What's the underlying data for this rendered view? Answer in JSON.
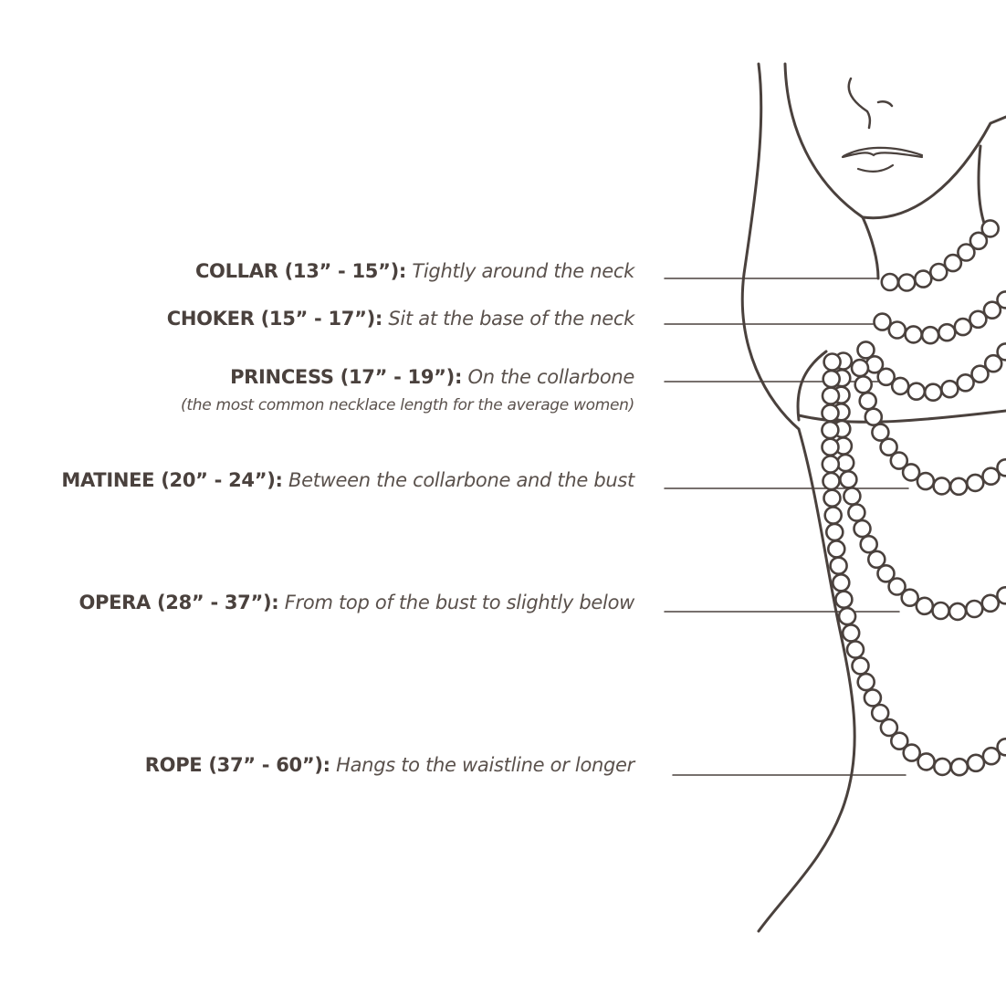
{
  "colors": {
    "ink": "#4a413d",
    "background": "#ffffff"
  },
  "lengths": [
    {
      "label": "COLLAR (13” - 15”):",
      "description": "Tightly around the neck"
    },
    {
      "label": "CHOKER (15” - 17”):",
      "description": "Sit at the base of the neck"
    },
    {
      "label": "PRINCESS (17” - 19”):",
      "description": "On the collarbone",
      "note": "(the most common necklace length for the average women)"
    },
    {
      "label": "MATINEE (20” - 24”):",
      "description": "Between the collarbone and the bust"
    },
    {
      "label": "OPERA (28” - 37”):",
      "description": "From top of the bust to slightly below"
    },
    {
      "label": "ROPE (37” - 60”):",
      "description": "Hangs to the waistline or longer"
    }
  ]
}
